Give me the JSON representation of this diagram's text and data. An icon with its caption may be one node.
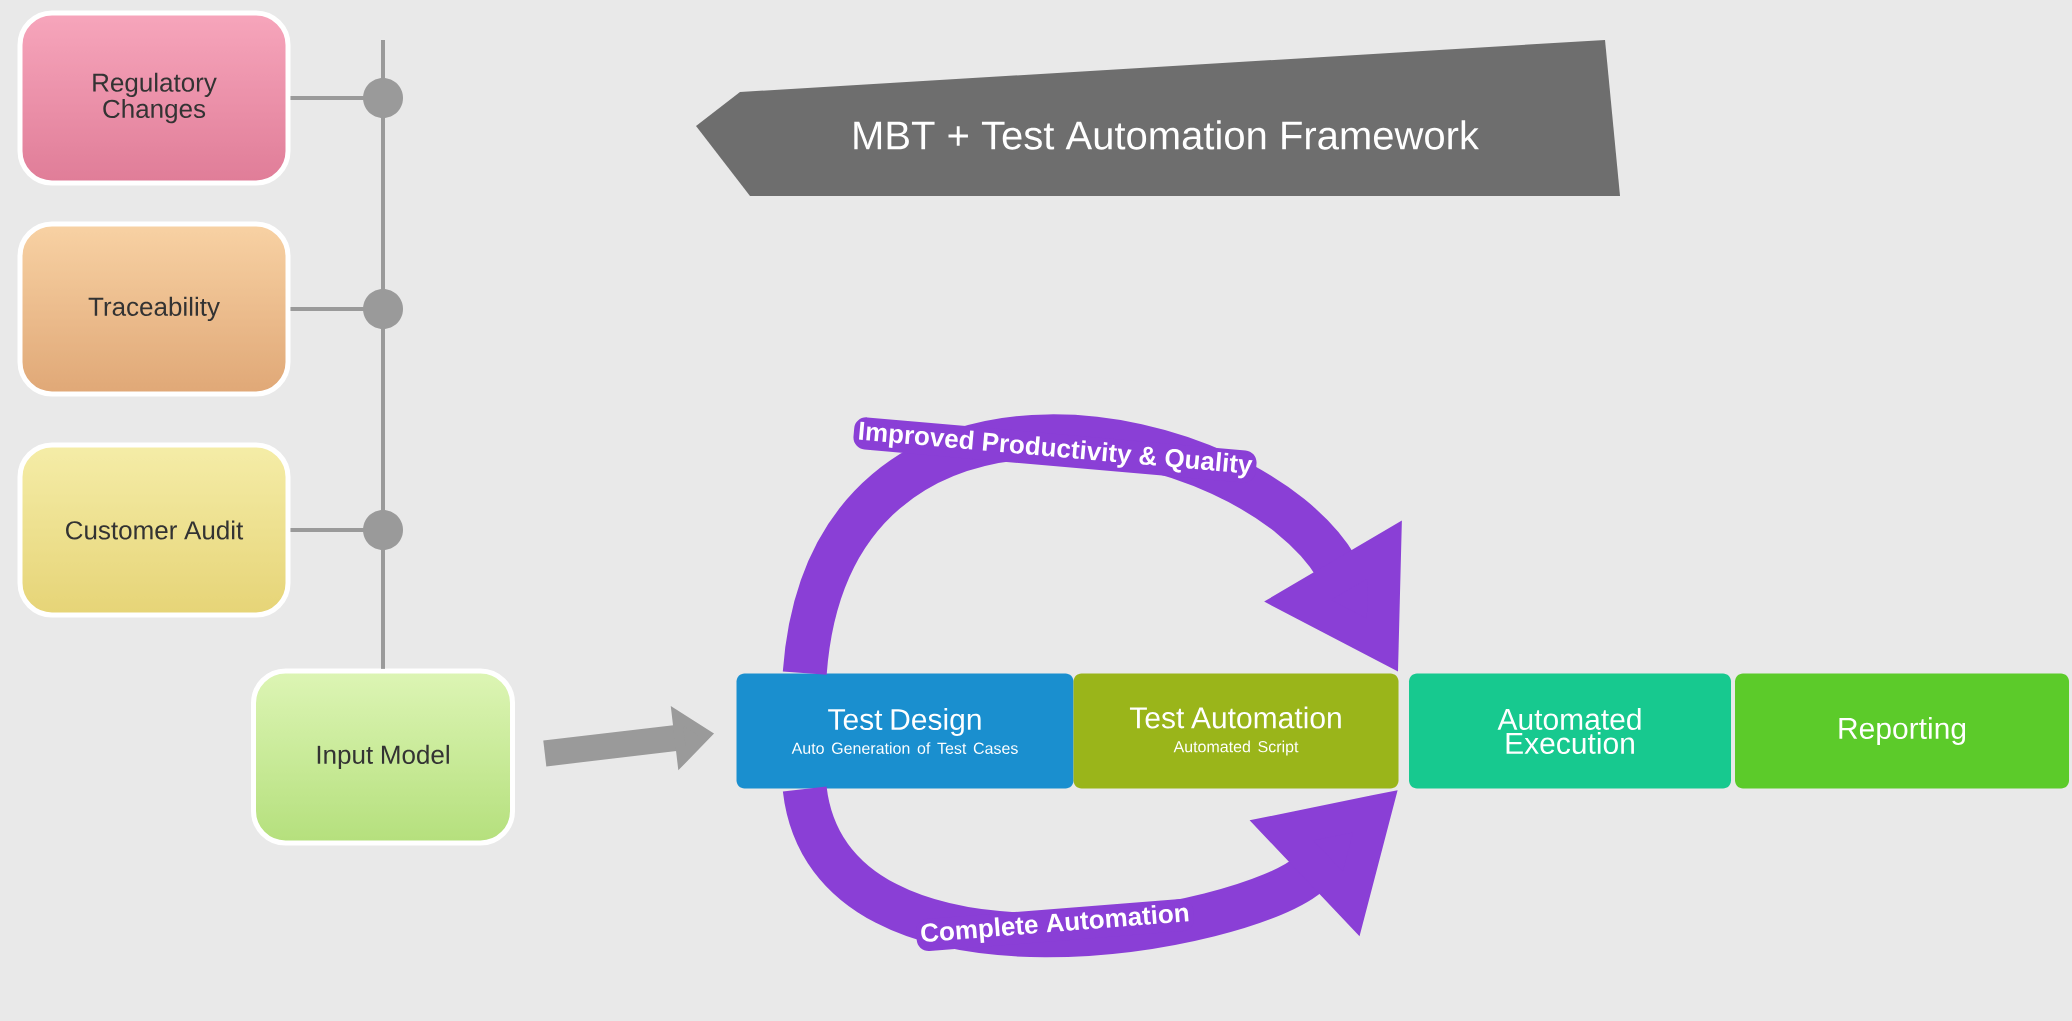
{
  "diagram": {
    "title": "MBT + Test Automation Framework",
    "nodes": [
      {
        "text": [
          "Regulatory Changes"
        ]
      },
      {
        "text": [
          "Traceability"
        ]
      },
      {
        "text": [
          "Customer Audit"
        ]
      },
      {
        "text": [
          "Input Model"
        ]
      },
      {
        "text": [
          "Test Design",
          "Auto Generation of Test Cases"
        ]
      },
      {
        "text": [
          "Test Automation",
          "Automated Script"
        ]
      },
      {
        "text": [
          "Automated Execution"
        ]
      },
      {
        "text": [
          "Reporting"
        ]
      }
    ],
    "edges": [
      {
        "from": 0,
        "to": 3,
        "arrow": "none"
      },
      {
        "from": 1,
        "to": 3,
        "arrow": "none"
      },
      {
        "from": 2,
        "to": 3,
        "arrow": "none"
      },
      {
        "from": 3,
        "to": 4,
        "arrow": "to",
        "style": "thick"
      },
      {
        "from": 4,
        "to": 5,
        "arrow": "to",
        "style": "thick",
        "color": "#8a3fd6",
        "label": "Improved Productivity & Quality"
      },
      {
        "from": 4,
        "to": 5,
        "arrow": "to",
        "style": "thick",
        "color": "#8a3fd6",
        "label": "Complete Automation"
      }
    ]
  }
}
